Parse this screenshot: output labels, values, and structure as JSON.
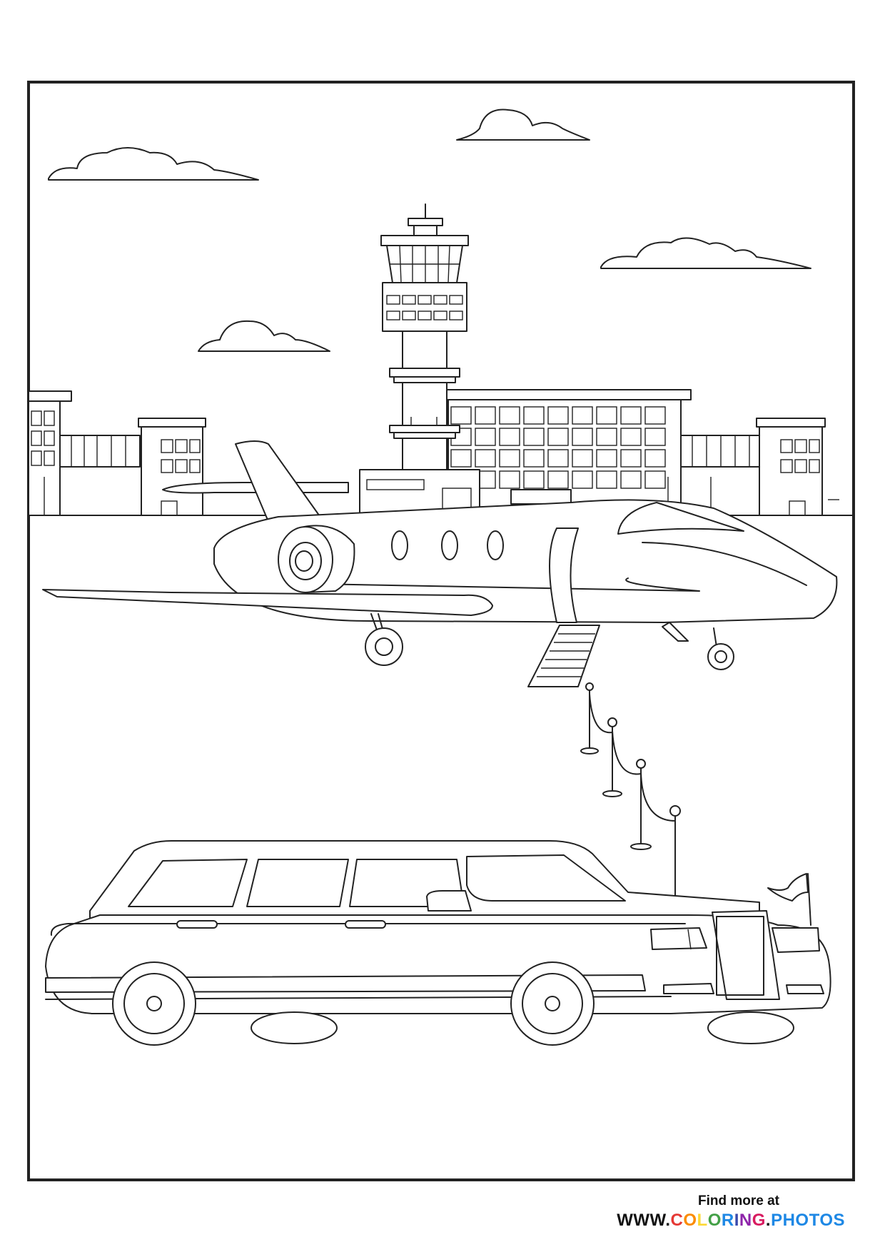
{
  "footer": {
    "find_more": "Find more at",
    "url_prefix": "WWW.",
    "url_letters": [
      "C",
      "O",
      "L",
      "O",
      "R",
      "I",
      "N",
      "G"
    ],
    "url_dot": ".",
    "url_suffix": "PHOTOS"
  },
  "colors": {
    "line": "#222222",
    "background": "#ffffff",
    "url_prefix": "#111111",
    "letter_palette": [
      "#e53935",
      "#fb8c00",
      "#fdd835",
      "#43a047",
      "#1e88e5",
      "#3949ab",
      "#8e24aa",
      "#d81b60"
    ],
    "url_suffix": "#1e88e5"
  },
  "icons": [
    "cloud-icon",
    "control-tower-icon",
    "airplane-icon",
    "limousine-icon",
    "stanchion-icon",
    "flag-icon"
  ]
}
